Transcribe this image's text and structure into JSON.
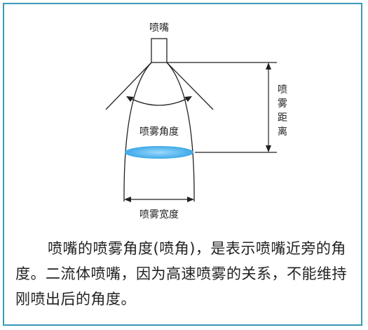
{
  "diagram": {
    "nozzle_label": "喷嘴",
    "angle_label": "喷雾角度",
    "width_label": "喷雾宽度",
    "distance_label": [
      "喷",
      "雾",
      "距",
      "离"
    ]
  },
  "caption": {
    "text": "喷嘴的喷雾角度(喷角)，是表示喷嘴近旁的角度。二流体喷嘴，因为高速喷雾的关系，不能维持刚喷出后的角度。"
  },
  "colors": {
    "border": "#3a98b9",
    "spray_fill": "#4fb6ee",
    "line": "#222222"
  }
}
